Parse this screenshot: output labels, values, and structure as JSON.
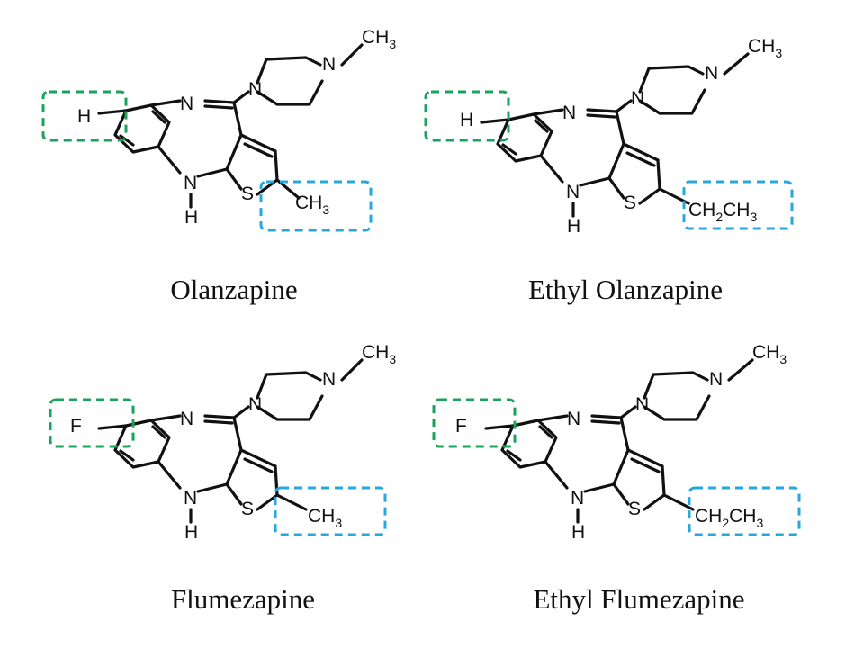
{
  "molecules": [
    {
      "caption": "Olanzapine",
      "r_atom": "H",
      "tail_main": "CH",
      "tail_sub": "3",
      "tail_mid": "",
      "tail_mid_sub": ""
    },
    {
      "caption": "Ethyl Olanzapine",
      "r_atom": "H",
      "tail_main": "CH",
      "tail_sub": "2",
      "tail_mid": "CH",
      "tail_mid_sub": "3"
    },
    {
      "caption": "Flumezapine",
      "r_atom": "F",
      "tail_main": "CH",
      "tail_sub": "3",
      "tail_mid": "",
      "tail_mid_sub": ""
    },
    {
      "caption": "Ethyl Flumezapine",
      "r_atom": "F",
      "tail_main": "CH",
      "tail_sub": "2",
      "tail_mid": "CH",
      "tail_mid_sub": "3"
    }
  ],
  "labels": {
    "n": "N",
    "s": "S",
    "h": "H",
    "ch": "CH",
    "three": "3"
  },
  "colors": {
    "green_box": "#1aa35a",
    "blue_box": "#27a7dc"
  }
}
